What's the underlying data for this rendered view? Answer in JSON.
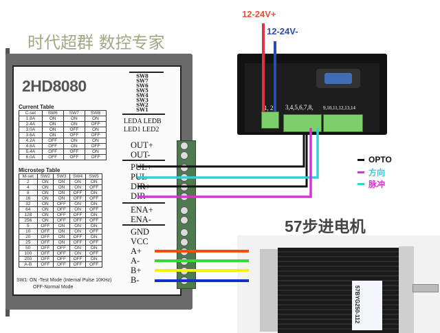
{
  "driver": {
    "model": "2HD8080",
    "watermark": "时代超群 数控专家",
    "switch_labels": [
      "SW8",
      "SW7",
      "SW6",
      "SW5",
      "SW4",
      "SW3",
      "SW2",
      "SW1"
    ],
    "led_labels": [
      "LEDA LEDB",
      "LED1  LED2"
    ],
    "terminals": [
      "OUT+",
      "OUT-",
      "PUL+",
      "PUL-",
      "DIR+",
      "DIR-",
      "ENA+",
      "ENA-",
      "GND",
      "VCC",
      "A+",
      "A-",
      "B+",
      "B-"
    ],
    "current_table": {
      "title": "Current Table",
      "headers": [
        "C-set",
        "SW6",
        "SW7",
        "SW8"
      ],
      "rows": [
        [
          "1.8A",
          "ON",
          "ON",
          "ON"
        ],
        [
          "2.4A",
          "ON",
          "ON",
          "OFF"
        ],
        [
          "3.0A",
          "ON",
          "OFF",
          "ON"
        ],
        [
          "3.6A",
          "ON",
          "OFF",
          "OFF"
        ],
        [
          "4.2A",
          "OFF",
          "ON",
          "ON"
        ],
        [
          "4.8A",
          "OFF",
          "ON",
          "OFF"
        ],
        [
          "5.4A",
          "OFF",
          "OFF",
          "ON"
        ],
        [
          "6.0A",
          "OFF",
          "OFF",
          "OFF"
        ]
      ]
    },
    "microstep_table": {
      "title": "Microstep Table",
      "headers": [
        "M-set",
        "SW2",
        "SW3",
        "SW4",
        "SW5"
      ],
      "rows": [
        [
          "2",
          "ON",
          "ON",
          "ON",
          "ON"
        ],
        [
          "4",
          "ON",
          "ON",
          "ON",
          "OFF"
        ],
        [
          "8",
          "ON",
          "ON",
          "OFF",
          "ON"
        ],
        [
          "16",
          "ON",
          "ON",
          "OFF",
          "OFF"
        ],
        [
          "32",
          "ON",
          "OFF",
          "ON",
          "ON"
        ],
        [
          "64",
          "ON",
          "OFF",
          "ON",
          "OFF"
        ],
        [
          "128",
          "ON",
          "OFF",
          "OFF",
          "ON"
        ],
        [
          "256",
          "ON",
          "OFF",
          "OFF",
          "OFF"
        ],
        [
          "5",
          "OFF",
          "ON",
          "ON",
          "ON"
        ],
        [
          "10",
          "OFF",
          "ON",
          "ON",
          "OFF"
        ],
        [
          "20",
          "OFF",
          "ON",
          "OFF",
          "ON"
        ],
        [
          "25",
          "OFF",
          "ON",
          "OFF",
          "OFF"
        ],
        [
          "50",
          "OFF",
          "OFF",
          "ON",
          "ON"
        ],
        [
          "100",
          "OFF",
          "OFF",
          "ON",
          "OFF"
        ],
        [
          "200",
          "OFF",
          "OFF",
          "OFF",
          "ON"
        ],
        [
          "A-B",
          "OFF",
          "OFF",
          "OFF",
          "OFF"
        ]
      ]
    },
    "sw1_note": [
      "SW1:  ON -Test Mode (Internal Pulse 10KHz)",
      "OFF-Normal Mode"
    ]
  },
  "controller": {
    "power_plus": "12-24V+",
    "power_minus": "12-24V-",
    "pins_1_2": "1, 2,",
    "pins_3_8": "3,4,5,6,7,8,",
    "pins_9_14": "9,10,11,12,13,14"
  },
  "legend": [
    {
      "label": "OPTO",
      "swatch": "#111111",
      "text_color": "#111111"
    },
    {
      "label": "方向",
      "swatch": "#d633d6",
      "text_color": "#33d0d8"
    },
    {
      "label": "脉冲",
      "swatch": "#33d0d8",
      "text_color": "#d633d6"
    }
  ],
  "motor": {
    "title": "57步进电机",
    "model": "57BYG250-112"
  },
  "colors": {
    "opto": "#111111",
    "dir": "#d633d6",
    "pul": "#33d0d8",
    "a_plus": "#ff4a10",
    "a_minus": "#2ee02e",
    "b_plus": "#f2f20a",
    "b_minus": "#1030c8",
    "vplus": "#e0304a",
    "vminus": "#2a4bb0"
  }
}
